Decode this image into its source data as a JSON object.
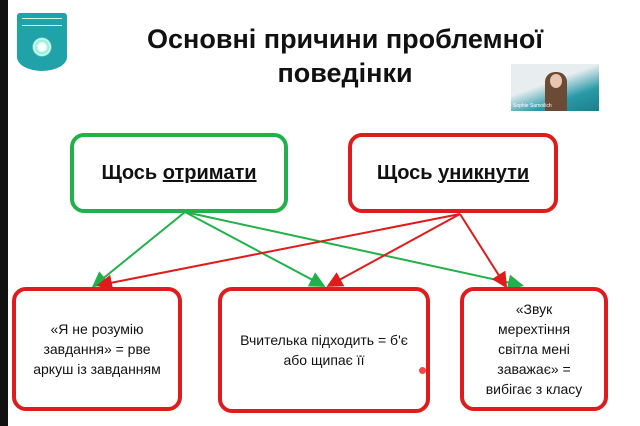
{
  "title_line1": "Основні причини проблемної",
  "title_line2": "поведінки",
  "webcam": {
    "name": "Sophie Samoilich"
  },
  "top_boxes": [
    {
      "prefix": "Щось ",
      "underlined": "отримати"
    },
    {
      "prefix": "Щось ",
      "underlined": "уникнути"
    }
  ],
  "bottom_boxes": [
    "«Я не розумію завдання» = рве аркуш із завданням",
    "Вчителька підходить = б'є або щипає її",
    "«Звук мерехтіння світла мені заважає» = вибігає з класу"
  ],
  "colors": {
    "green": "#22b04a",
    "red": "#e01b1b"
  }
}
